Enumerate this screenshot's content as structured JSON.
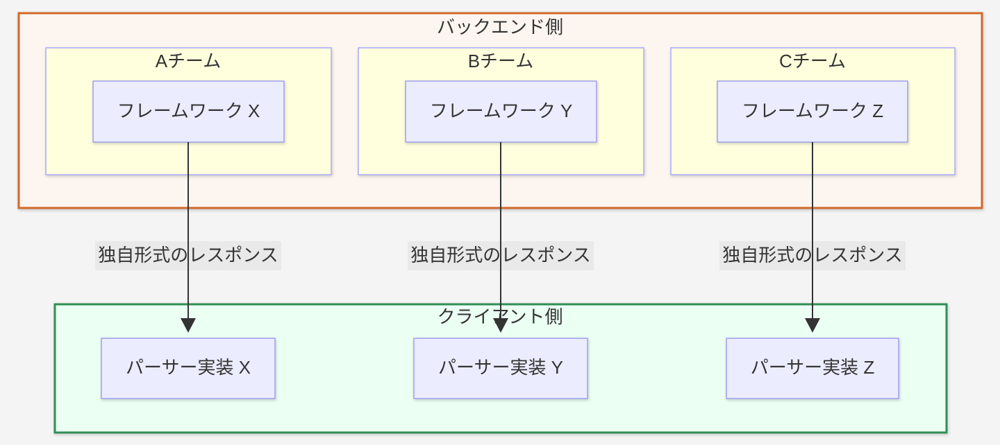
{
  "backend_group": {
    "title": "バックエンド側"
  },
  "teams": [
    {
      "title": "Aチーム",
      "framework": "フレームワーク X"
    },
    {
      "title": "Bチーム",
      "framework": "フレームワーク Y"
    },
    {
      "title": "Cチーム",
      "framework": "フレームワーク Z"
    }
  ],
  "edges": [
    {
      "label": "独自形式のレスポンス"
    },
    {
      "label": "独自形式のレスポンス"
    },
    {
      "label": "独自形式のレスポンス"
    }
  ],
  "client_group": {
    "title": "クライアント側"
  },
  "parsers": [
    {
      "label": "パーサー実装 X"
    },
    {
      "label": "パーサー実装 Y"
    },
    {
      "label": "パーサー実装 Z"
    }
  ],
  "colors": {
    "page_bg": "#f4f4f4",
    "text": "#333333",
    "backend_border": "#d2692a",
    "backend_fill": "#fdf5ef",
    "client_border": "#2f8f57",
    "client_fill": "#ebfff3",
    "team_fill": "#ffffde",
    "team_border": "#aaaaff",
    "node_fill": "#ececff",
    "node_border": "#9f9ff0",
    "edge": "#333333",
    "label_bg": "#e8e8e8"
  }
}
